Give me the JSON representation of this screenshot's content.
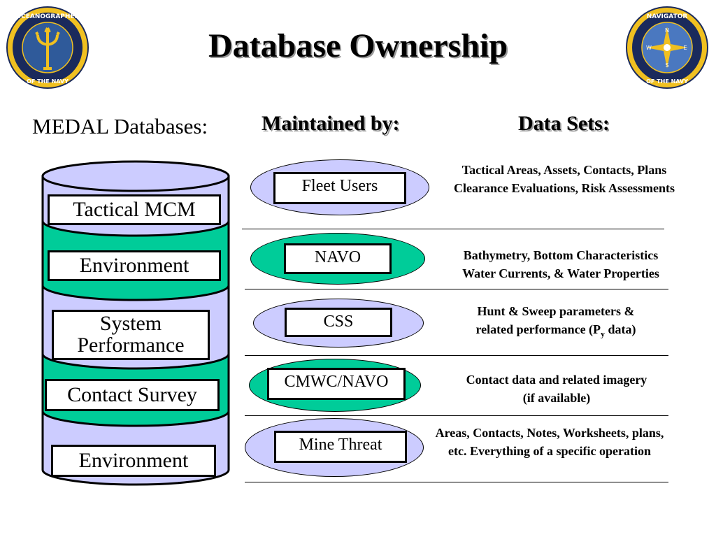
{
  "title": "Database Ownership",
  "seals": {
    "left": {
      "ring_text_top": "OCEANOGRAPHER",
      "ring_text_bottom": "OF THE NAVY"
    },
    "right": {
      "ring_text_top": "NAVIGATOR",
      "ring_text_bottom": "OF THE NAVY",
      "compass": {
        "n": "N",
        "e": "E",
        "s": "S",
        "w": "W"
      }
    }
  },
  "headers": {
    "databases": "MEDAL Databases:",
    "maintained_by": "Maintained by:",
    "data_sets": "Data Sets:"
  },
  "databases": [
    {
      "label": "Tactical MCM"
    },
    {
      "label": "Environment"
    },
    {
      "label_line1": "System",
      "label_line2": "Performance"
    },
    {
      "label": "Contact Survey"
    },
    {
      "label": "Environment"
    }
  ],
  "rows": [
    {
      "maintainer": "Fleet Users",
      "data_set": "Tactical Areas, Assets, Contacts, Plans Clearance Evaluations, Risk Assessments"
    },
    {
      "maintainer": "NAVO",
      "data_set_line1": "Bathymetry,  Bottom Characteristics",
      "data_set_line2": "Water Currents, & Water Properties"
    },
    {
      "maintainer": "CSS",
      "data_set_line1": "Hunt & Sweep parameters &",
      "data_set_line2_pre": "related performance (P",
      "data_set_line2_sub": "y",
      "data_set_line2_post": " data)"
    },
    {
      "maintainer": "CMWC/NAVO",
      "data_set": "Contact data and related imagery (if available)"
    },
    {
      "maintainer": "Mine Threat",
      "data_set": "Areas, Contacts, Notes, Worksheets, plans, etc.  Everything of a specific operation"
    }
  ],
  "colors": {
    "lavender": "#ccccff",
    "teal": "#00cc99",
    "seal_navy": "#1a2a5c",
    "seal_gold": "#f0c020"
  }
}
